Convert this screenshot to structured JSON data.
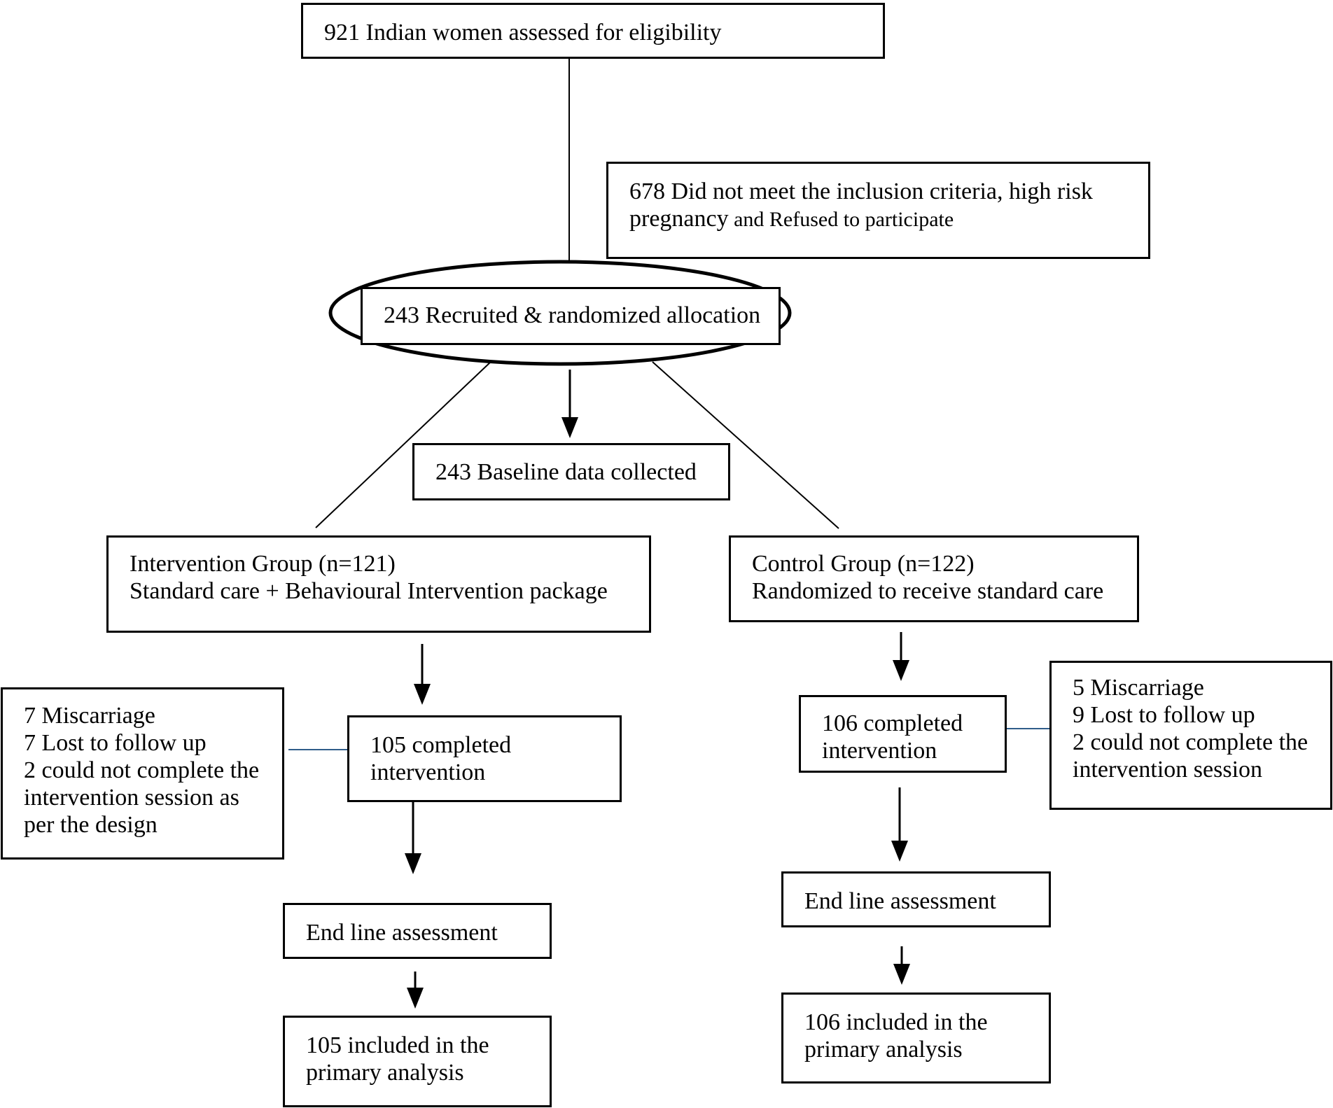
{
  "boxes": {
    "assessed": {
      "lines": [
        "921 Indian women assessed for eligibility"
      ]
    },
    "excluded": {
      "lines": [
        "678 Did not meet the inclusion criteria, high risk",
        "pregnancy"
      ],
      "tail": " and Refused to participate"
    },
    "recruited": {
      "lines": [
        "243 Recruited & randomized allocation"
      ]
    },
    "baseline": {
      "lines": [
        "243 Baseline data collected"
      ]
    },
    "intervention_group": {
      "lines": [
        "Intervention Group (n=121)",
        "Standard care + Behavioural Intervention package"
      ]
    },
    "control_group": {
      "lines": [
        "Control Group (n=122)",
        "Randomized to receive standard care"
      ]
    },
    "intervention_losses": {
      "lines": [
        "7 Miscarriage",
        "7 Lost to follow up",
        "2 could not complete the",
        "intervention session as",
        "per the design"
      ]
    },
    "intervention_completed": {
      "lines": [
        "105 completed",
        "intervention"
      ]
    },
    "control_completed": {
      "lines": [
        "106 completed",
        "intervention"
      ]
    },
    "control_losses": {
      "lines": [
        "5 Miscarriage",
        "9 Lost to follow up",
        "2 could not complete the",
        "intervention session"
      ]
    },
    "intervention_endline": {
      "lines": [
        "End line assessment"
      ]
    },
    "control_endline": {
      "lines": [
        "End line assessment"
      ]
    },
    "intervention_analysis": {
      "lines": [
        "105 included in the",
        "primary analysis"
      ]
    },
    "control_analysis": {
      "lines": [
        "106 included in the",
        "primary analysis"
      ]
    }
  },
  "colors": {
    "stroke": "#000000",
    "side_link": "#2f5d8a"
  }
}
